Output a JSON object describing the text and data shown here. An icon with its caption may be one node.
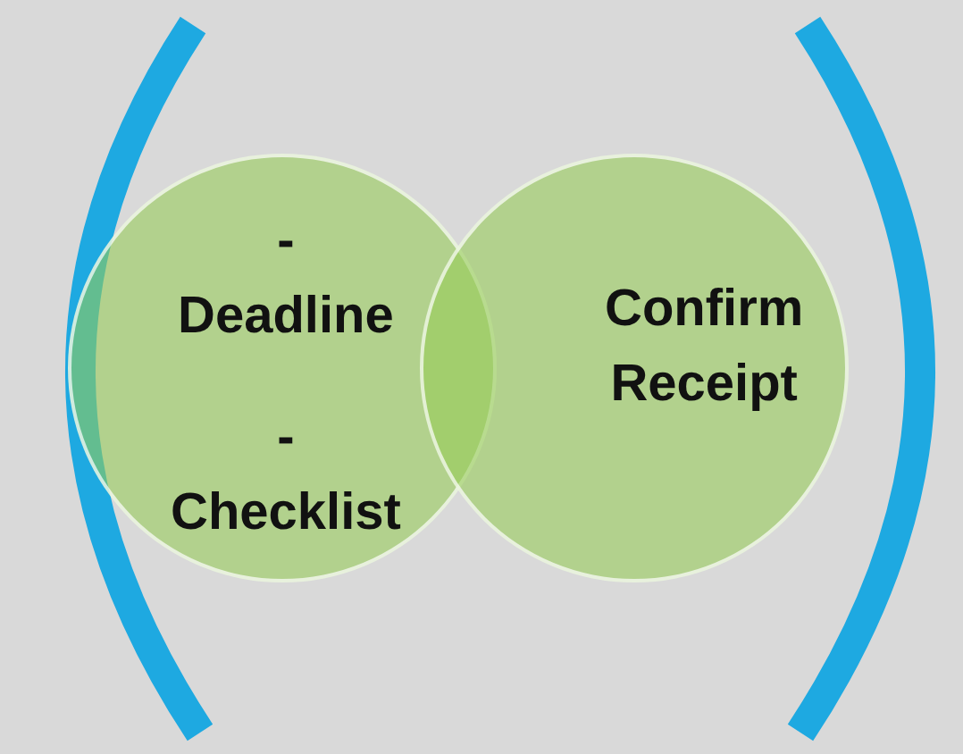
{
  "diagram": {
    "nodes": [
      {
        "text": [
          "- Deadline",
          "- Checklist"
        ]
      },
      {
        "text": [
          "Confirm Receipt"
        ]
      }
    ]
  }
}
